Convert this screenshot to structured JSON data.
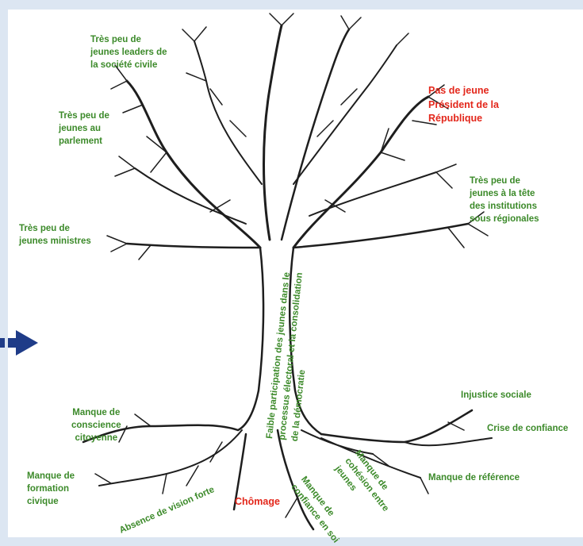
{
  "colors": {
    "positive": "#3c8a2a",
    "negative": "#e3271b",
    "arrow": "#1f3c88",
    "background": "#dce6f2"
  },
  "labels": {
    "civil_society": [
      "Très peu de",
      "jeunes leaders de",
      "la société civile"
    ],
    "parliament": [
      "Très peu de",
      "jeunes au",
      "parlement"
    ],
    "ministers": [
      "Très peu de",
      "jeunes ministres"
    ],
    "president": [
      "Pas de jeune",
      "Président de la",
      "République"
    ],
    "regional": [
      "Très peu de",
      "jeunes à la tête",
      "des institutions",
      "sous régionales"
    ],
    "trunk": [
      "Faible participation des jeunes dans le",
      "processus électoral et la consolidation",
      "de la démocratie"
    ],
    "injustice": "Injustice sociale",
    "crise": "Crise de confiance",
    "reference": "Manque de référence",
    "conscience": [
      "Manque de",
      "conscience",
      "citoyenne"
    ],
    "formation": [
      "Manque de",
      "formation",
      "civique"
    ],
    "vision": "Absence de vision forte",
    "chomage": "Chômage",
    "confiance_soi": [
      "Manque de",
      "confiance en soi"
    ],
    "cohesion": [
      "Manque de",
      "cohésion entre",
      "jeunes"
    ]
  },
  "icons": {
    "arrow": "right-arrow-icon"
  }
}
